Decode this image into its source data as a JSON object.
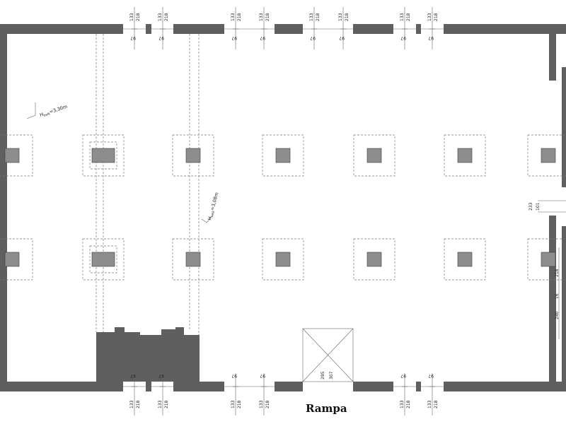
{
  "labels": {
    "ramp": "Rampa",
    "height_1": "H",
    "height_1_sub": "belk",
    "height_1_value": "=3,30m",
    "height_2": "H",
    "height_2_sub": "belk",
    "height_2_value": "=3,08m"
  },
  "dimensions": {
    "window_width": "133",
    "window_height": "218",
    "sill": "97",
    "ramp_a": "295",
    "ramp_b": "307",
    "door_a": "233",
    "door_b": "101",
    "side_a": "218",
    "side_b": "240",
    "side_c": "16"
  },
  "colors": {
    "wall": "#5f5f5f",
    "column": "#8d8d8d"
  }
}
